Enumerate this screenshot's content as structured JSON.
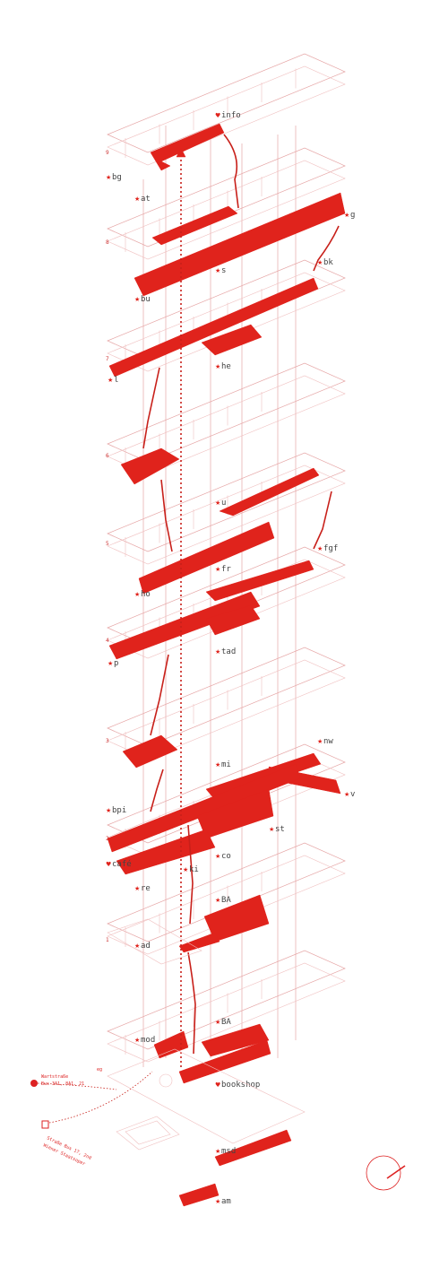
{
  "accent_color": "#e0231c",
  "outline_color": "#e6a6a6",
  "floors": [
    "9",
    "8",
    "7",
    "6",
    "5",
    "4",
    "3",
    "2",
    "1"
  ],
  "labels": {
    "info": "info",
    "bg": "bg",
    "at": "at",
    "g": "g",
    "bk": "bk",
    "s": "s",
    "bu": "bu",
    "l": "l",
    "he": "he",
    "u": "u",
    "fgf": "fgf",
    "fr": "fr",
    "ho": "ho",
    "p": "p",
    "tad": "tad",
    "nw": "nw",
    "mi": "mi",
    "v": "v",
    "bpi": "bpi",
    "st": "st",
    "cafe": "café",
    "ki": "ki",
    "co": "co",
    "re": "re",
    "BA1": "BA",
    "ad": "ad",
    "BA2": "BA",
    "mod": "mod",
    "bookshop": "bookshop",
    "msd": "msd",
    "am": "am"
  },
  "transit": {
    "bus_line1": "Wartstraße",
    "bus_line2": "Bus 3A1, 8A1, 21",
    "subway_line1": "Straße Bus 17, 2nd",
    "subway_line2": "Wiener Staatsoper",
    "eg": "eg"
  },
  "icons": {
    "star": "star-marker-icon",
    "heart": "heart-marker-icon",
    "compass": "north-arrow-icon",
    "bus": "bus-stop-icon",
    "subway": "subway-icon"
  }
}
